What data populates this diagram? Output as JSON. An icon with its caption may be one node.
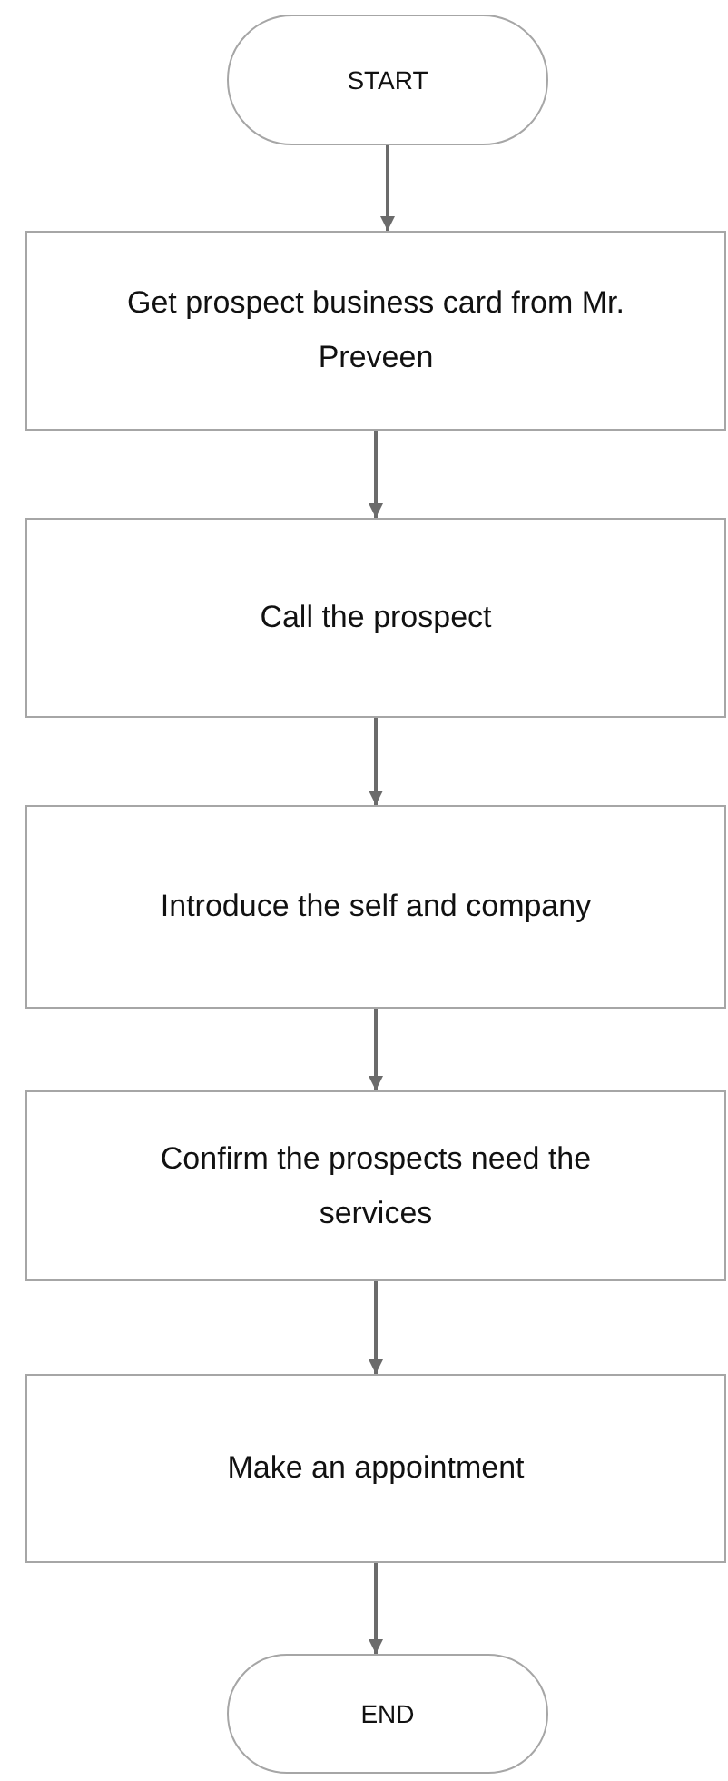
{
  "diagram": {
    "nodes": [
      {
        "text": [
          "START"
        ]
      },
      {
        "text": [
          "Get prospect business card from Mr. Preveen"
        ]
      },
      {
        "text": [
          "Call the prospect"
        ]
      },
      {
        "text": [
          "Introduce the self and company"
        ]
      },
      {
        "text": [
          "Confirm the prospects need the services"
        ]
      },
      {
        "text": [
          "Make an appointment"
        ]
      },
      {
        "text": [
          "END"
        ]
      }
    ],
    "edges": [
      {
        "from": 0,
        "to": 1,
        "arrow": "to"
      },
      {
        "from": 1,
        "to": 2,
        "arrow": "to"
      },
      {
        "from": 2,
        "to": 3,
        "arrow": "to"
      },
      {
        "from": 3,
        "to": 4,
        "arrow": "to"
      },
      {
        "from": 4,
        "to": 5,
        "arrow": "to"
      },
      {
        "from": 5,
        "to": 6,
        "arrow": "to"
      }
    ]
  }
}
